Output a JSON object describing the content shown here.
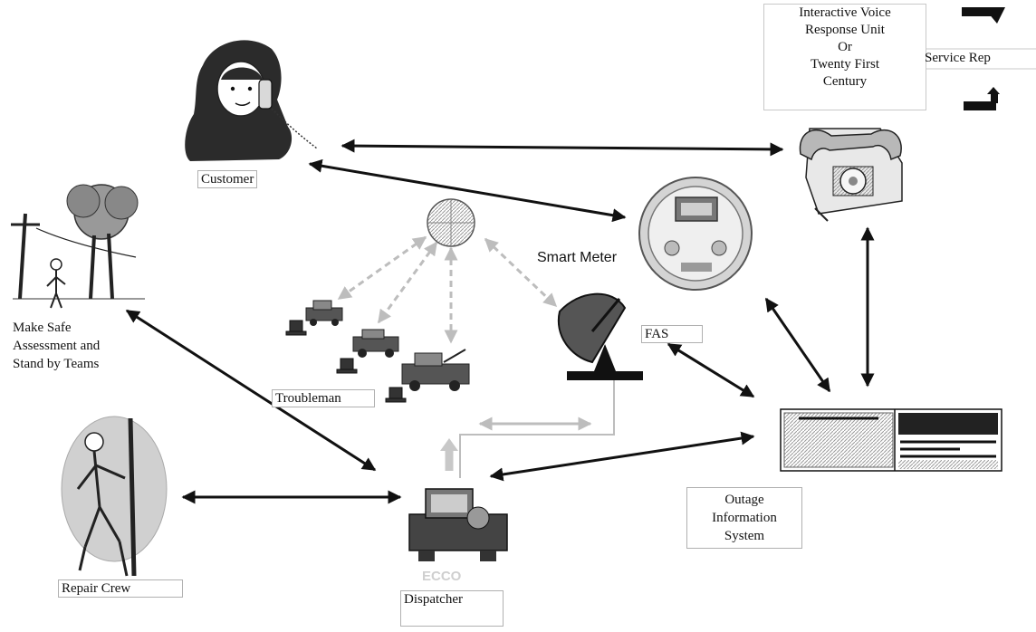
{
  "labels": {
    "ivr": [
      "Interactive Voice",
      "Response Unit",
      "Or",
      "Twenty First",
      "Century"
    ],
    "service_rep": "Service Rep",
    "customer": "Customer",
    "smart_meter": "Smart Meter",
    "make_safe": [
      "Make Safe",
      "Assessment and",
      "Stand by Teams"
    ],
    "troubleman": "Troubleman",
    "fas": "FAS",
    "repair_crew": "Repair Crew",
    "ecco": "ECCO",
    "dispatcher": "Dispatcher",
    "ois": [
      "Outage",
      "Information",
      "System"
    ]
  }
}
